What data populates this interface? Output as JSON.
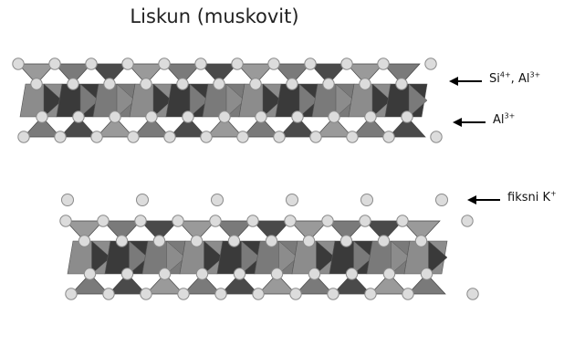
{
  "title": "Liskun (muskovit)",
  "labels": {
    "tetrahedral": {
      "part1_base": "Si",
      "part1_sup": "4+",
      "separator": ", ",
      "part2_base": "Al",
      "part2_sup": "3+"
    },
    "octahedral": {
      "base": "Al",
      "sup": "3+"
    },
    "interlayer": {
      "base": "fiksni K",
      "sup": "+"
    }
  },
  "colors": {
    "tetra_light": "#9a9a9a",
    "tetra_mid": "#7a7a7a",
    "tetra_dark": "#4a4a4a",
    "octa_light": "#8c8c8c",
    "octa_dark": "#3a3a3a",
    "atom_fill": "#dcdcdc",
    "atom_stroke": "#8a8a8a",
    "arrow": "#000000"
  },
  "icons": [
    "arrow-left-icon"
  ]
}
